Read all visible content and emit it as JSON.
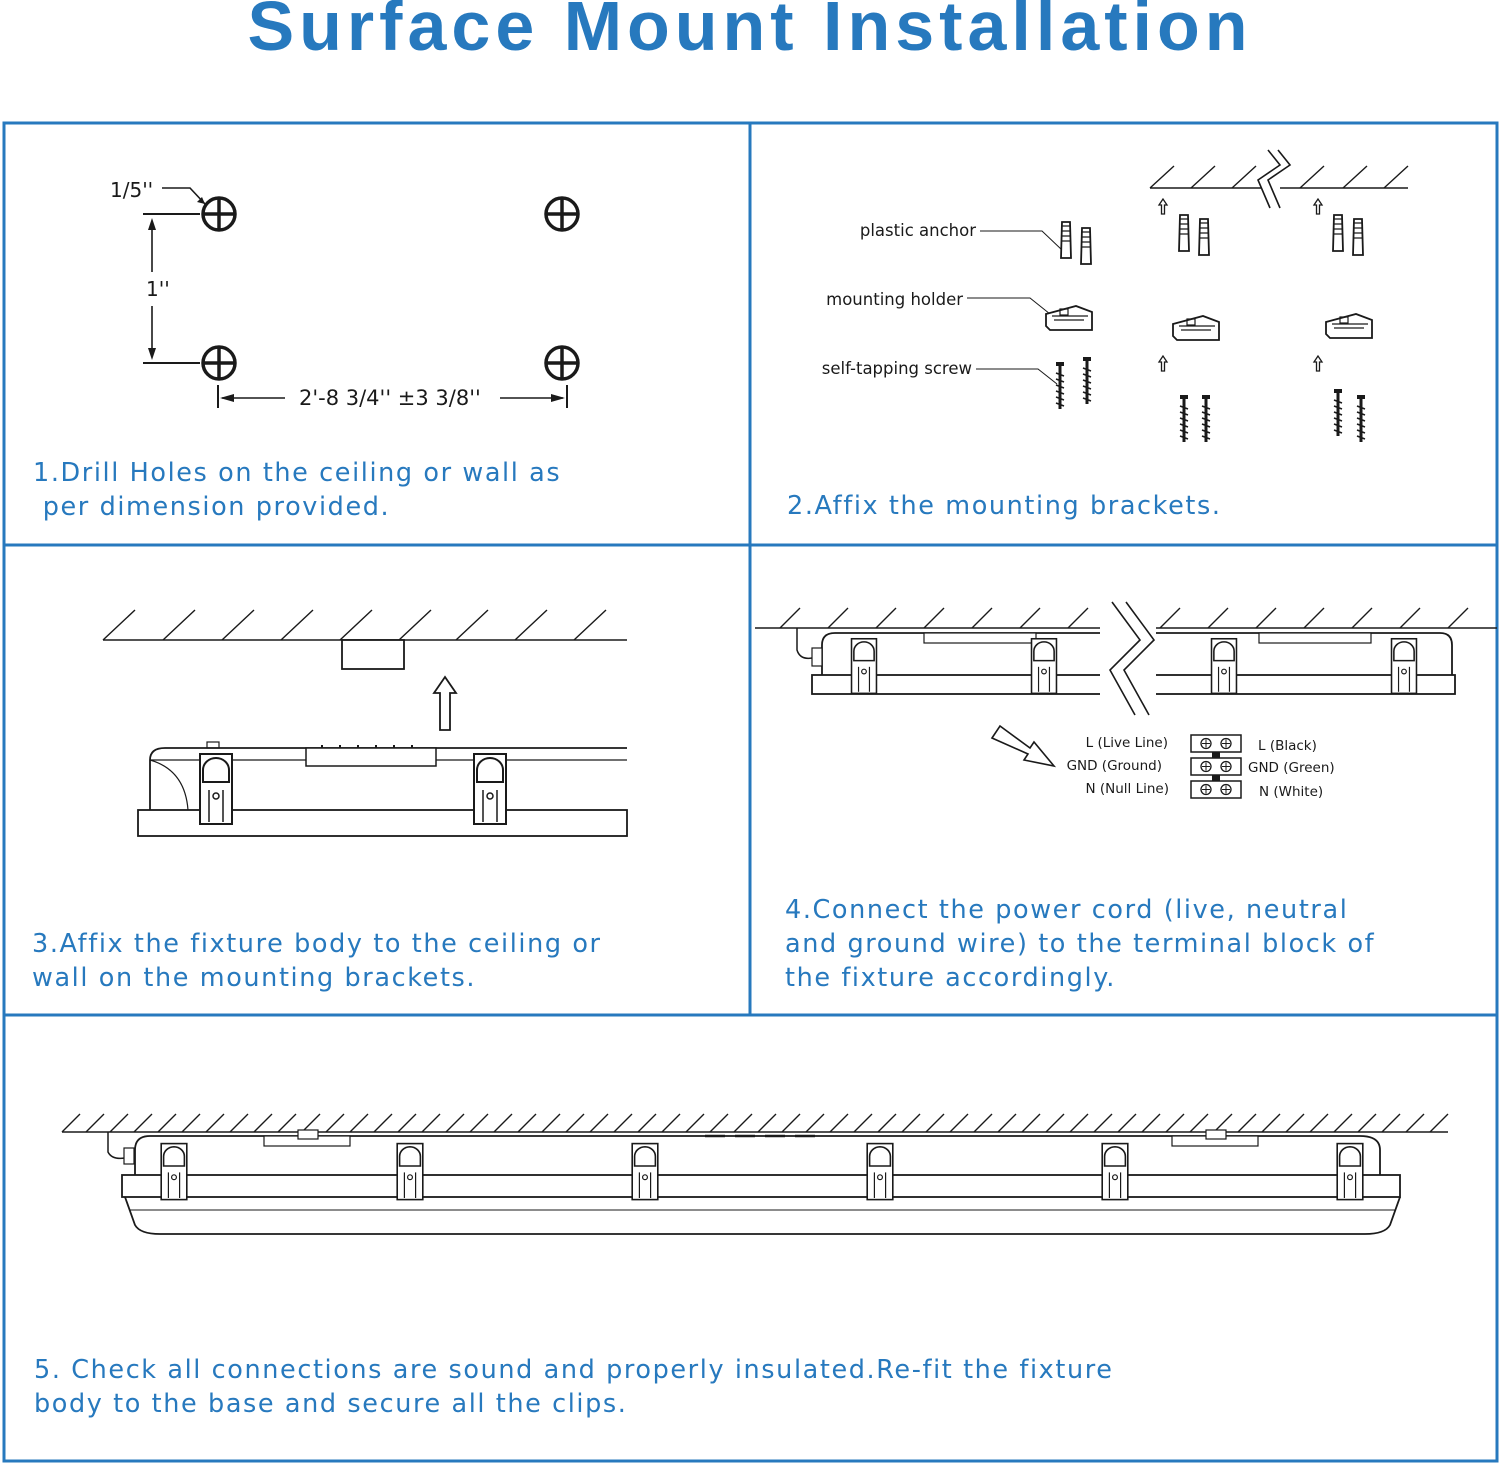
{
  "title": "Surface Mount Installation",
  "colors": {
    "accent": "#2779be",
    "line": "#1a1a1a"
  },
  "panel1": {
    "dim_hole": "1/5''",
    "dim_vertical": "1''",
    "dim_horizontal": "2'-8 3/4'' ±3 3/8''",
    "step": "1.Drill Holes on the ceiling or wall as\n per dimension provided."
  },
  "panel2": {
    "label_anchor": "plastic anchor",
    "label_holder": "mounting holder",
    "label_screw": "self-tapping screw",
    "step": "2.Affix the mounting brackets."
  },
  "panel3": {
    "step": "3.Affix the fixture body to the ceiling or\nwall on the mounting brackets."
  },
  "panel4": {
    "wires": [
      {
        "left": "L  (Live Line)",
        "right": "L  (Black)"
      },
      {
        "left": "GND  (Ground)",
        "right": "GND  (Green)"
      },
      {
        "left": "N  (Null Line)",
        "right": "N  (White)"
      }
    ],
    "step": "4.Connect the power cord (live, neutral\nand ground wire) to the terminal block of\nthe fixture accordingly."
  },
  "panel5": {
    "step": "5. Check all connections are sound and properly insulated.Re-fit the fixture\nbody to the base and secure all the clips."
  }
}
